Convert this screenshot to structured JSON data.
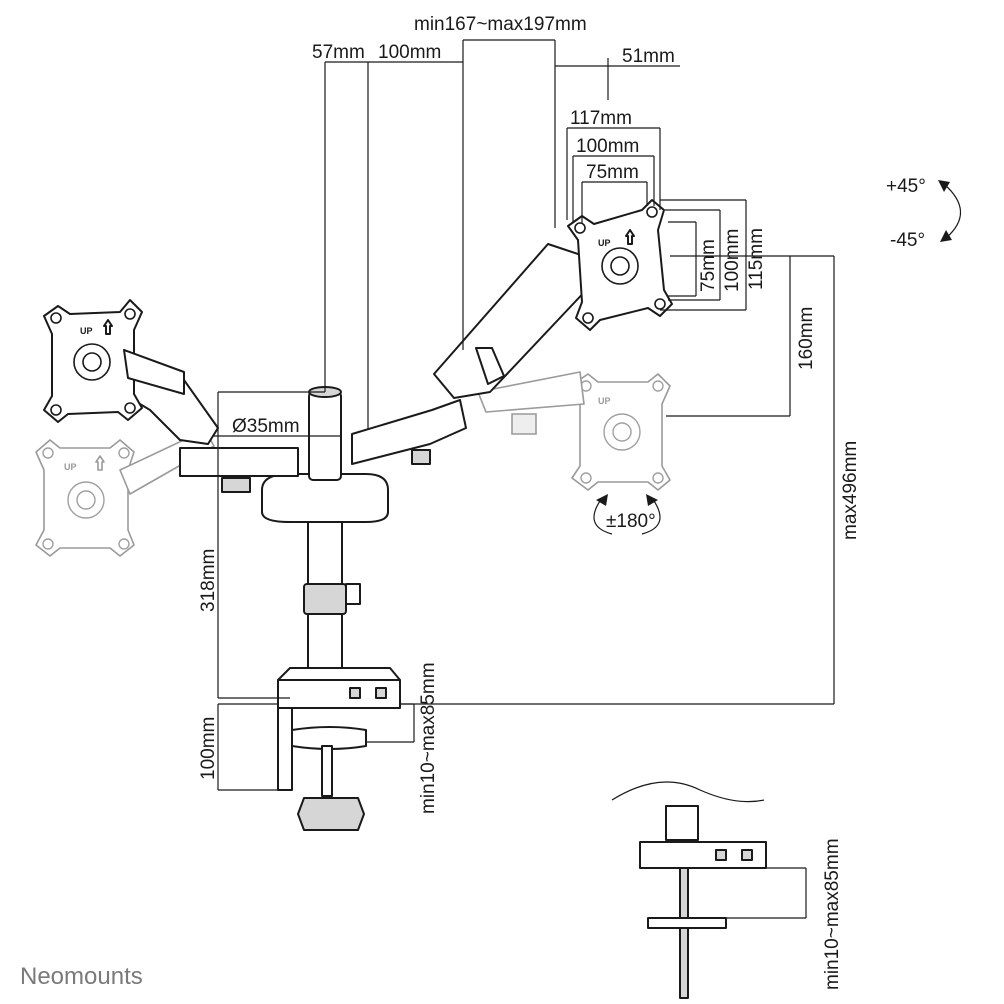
{
  "dimensions": {
    "arm_reach": "min167~max197mm",
    "pole_offset": "57mm",
    "arm_segment": "100mm",
    "head_offset": "51mm",
    "vesa_outer": "117mm",
    "vesa_100": "100mm",
    "vesa_75": "75mm",
    "vesa_v75": "75mm",
    "vesa_v100": "100mm",
    "vesa_v115": "115mm",
    "height_adjust": "160mm",
    "max_height": "max496mm",
    "pole_diameter": "Ø35mm",
    "pole_height": "318mm",
    "clamp_height": "100mm",
    "desk_thickness": "min10~max85mm",
    "desk_thickness_detail": "min10~max85mm"
  },
  "rotation": {
    "tilt_up": "+45°",
    "tilt_down": "-45°",
    "swivel": "±180°"
  },
  "plate_labels": {
    "up": "UP"
  },
  "brand": "Neomounts"
}
